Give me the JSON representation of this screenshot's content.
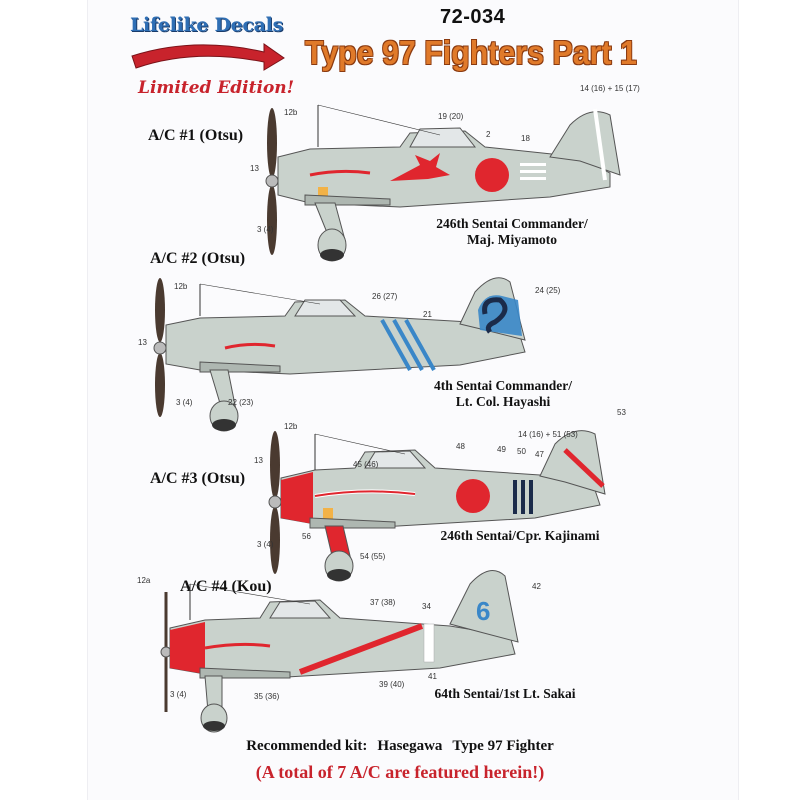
{
  "brand": {
    "name": "Lifelike Decals",
    "edition": "Limited Edition!"
  },
  "product": {
    "catalog_number": "72-034",
    "title": "Type 97 Fighters Part 1"
  },
  "aircraft": [
    {
      "label": "A/C #1 (Otsu)",
      "caption_lines": [
        "246th Sentai Commander/",
        "Maj. Miyamoto"
      ],
      "callouts": [
        "12b",
        "13",
        "3 (4)",
        "19 (20)",
        "2",
        "18",
        "14 (16) + 15 (17)"
      ]
    },
    {
      "label": "A/C #2 (Otsu)",
      "caption_lines": [
        "4th Sentai Commander/",
        "Lt. Col. Hayashi"
      ],
      "callouts": [
        "12b",
        "13",
        "3 (4)",
        "22 (23)",
        "26 (27)",
        "21",
        "24 (25)"
      ]
    },
    {
      "label": "A/C #3 (Otsu)",
      "caption_lines": [
        "246th Sentai/Cpr. Kajinami"
      ],
      "callouts": [
        "12b",
        "13",
        "3 (4)",
        "45 (46)",
        "48",
        "49",
        "50",
        "47",
        "14 (16) + 51 (53)",
        "53",
        "56",
        "54 (55)"
      ]
    },
    {
      "label": "A/C #4 (Kou)",
      "caption_lines": [
        "64th Sentai/1st Lt. Sakai"
      ],
      "callouts": [
        "12a",
        "3 (4)",
        "35 (36)",
        "37 (38)",
        "34",
        "42",
        "39 (40)",
        "41"
      ],
      "tail_number": "6"
    }
  ],
  "footer": {
    "kit_prefix": "Recommended kit:",
    "kit_brand": "Hasegawa",
    "kit_name": "Type 97 Fighter",
    "total_note": "(A total of 7 A/C are featured herein!)"
  },
  "colors": {
    "hinomaru_red": "#e0262e",
    "fuselage_grey": "#c9d2cc",
    "blue_markings": "#3a87c8",
    "title_orange": "#e07a2a",
    "brand_blue": "#2f6fb5"
  }
}
